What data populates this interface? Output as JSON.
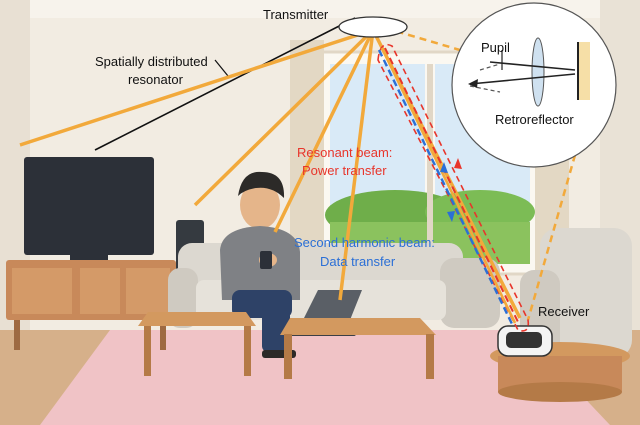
{
  "labels": {
    "transmitter": "Transmitter",
    "resonator_line1": "Spatially distributed",
    "resonator_line2": "resonator",
    "pupil": "Pupil",
    "retroreflector": "Retroreflector",
    "resonant_line1": "Resonant beam:",
    "resonant_line2": "Power transfer",
    "harmonic_line1": "Second harmonic beam:",
    "harmonic_line2": "Data transfer",
    "receiver": "Receiver"
  },
  "colors": {
    "resonant_beam": "#e8352b",
    "harmonic_beam": "#2b6fd6",
    "power_ray": "#f2a93b",
    "label_red": "#e8352b",
    "label_blue": "#2b6fd6"
  }
}
